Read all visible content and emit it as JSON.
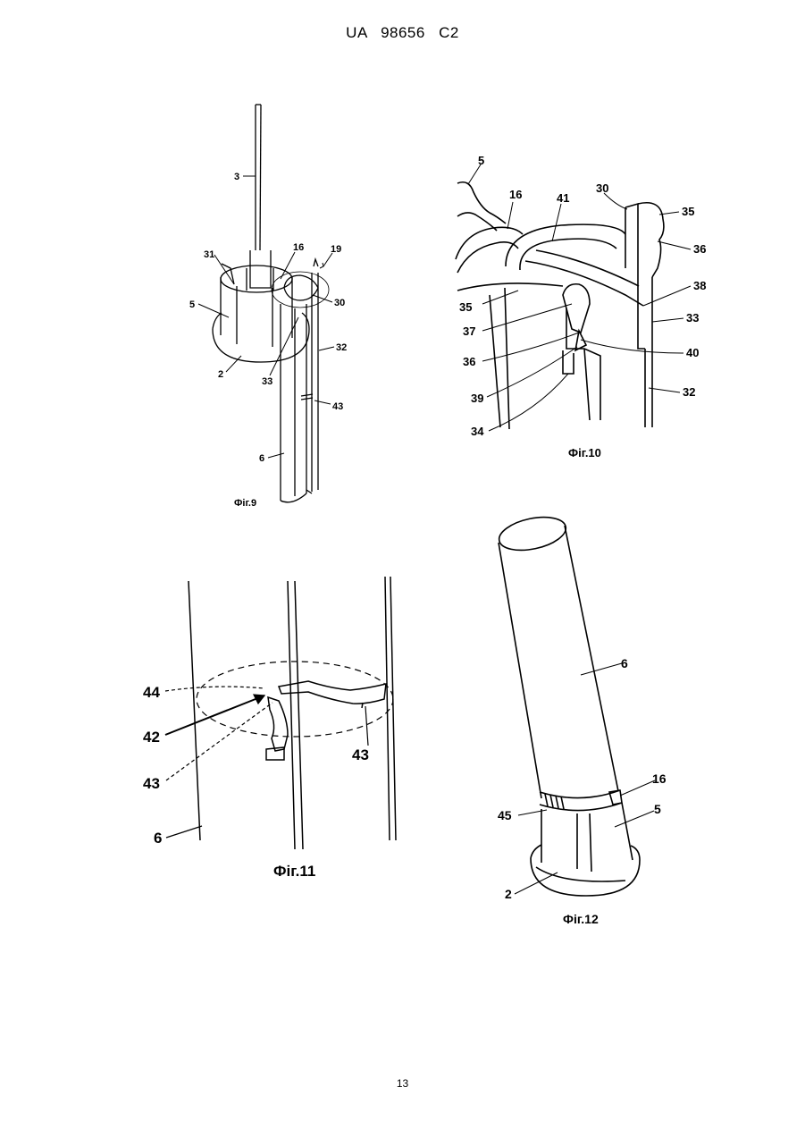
{
  "header": {
    "text": "UA   98656   C2"
  },
  "page_number": "13",
  "figures": {
    "fig9": {
      "caption": "Фіг.9",
      "labels": {
        "l3": "3",
        "l31": "31",
        "l16": "16",
        "l19": "19",
        "l5": "5",
        "l30": "30",
        "l2": "2",
        "l32": "32",
        "l33": "33",
        "l43": "43",
        "l6": "6"
      }
    },
    "fig10": {
      "caption": "Фіг.10",
      "labels": {
        "l5": "5",
        "l16": "16",
        "l41": "41",
        "l30": "30",
        "l35a": "35",
        "l36a": "36",
        "l35b": "35",
        "l38": "38",
        "l37": "37",
        "l33": "33",
        "l36b": "36",
        "l40": "40",
        "l39": "39",
        "l32": "32",
        "l34": "34"
      }
    },
    "fig11": {
      "caption": "Фіг.11",
      "labels": {
        "l44": "44",
        "l42": "42",
        "l43a": "43",
        "l43b": "43",
        "l6": "6"
      }
    },
    "fig12": {
      "caption": "Фіг.12",
      "labels": {
        "l6": "6",
        "l16": "16",
        "l45": "45",
        "l5": "5",
        "l2": "2"
      }
    }
  }
}
